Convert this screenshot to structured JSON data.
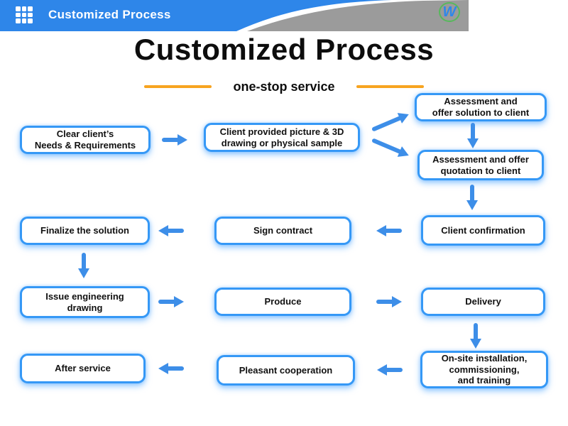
{
  "banner": {
    "title": "Customized Process",
    "logo_letter": "W"
  },
  "hero": {
    "title": "Customized Process",
    "subtitle": "one-stop service"
  },
  "flow": {
    "boxes": [
      {
        "id": "clear-needs",
        "label": "Clear client’s\nNeeds & Requirements"
      },
      {
        "id": "client-picture",
        "label": "Client provided picture & 3D\ndrawing or physical sample"
      },
      {
        "id": "assessment-solution",
        "label": "Assessment and\noffer solution to client"
      },
      {
        "id": "assessment-quotation",
        "label": "Assessment and offer\nquotation to client"
      },
      {
        "id": "client-confirmation",
        "label": "Client confirmation"
      },
      {
        "id": "sign-contract",
        "label": "Sign contract"
      },
      {
        "id": "finalize-solution",
        "label": "Finalize the solution"
      },
      {
        "id": "issue-drawing",
        "label": "Issue engineering\ndrawing"
      },
      {
        "id": "produce",
        "label": "Produce"
      },
      {
        "id": "delivery",
        "label": "Delivery"
      },
      {
        "id": "onsite-installation",
        "label": "On-site installation,\ncommissioning,\nand training"
      },
      {
        "id": "pleasant-cooperation",
        "label": "Pleasant cooperation"
      },
      {
        "id": "after-service",
        "label": "After service"
      }
    ]
  },
  "icons": {
    "app_grid": "3x3-grid",
    "arrow": "thick-blue-arrow"
  },
  "colors": {
    "banner_blue": "#2e86e9",
    "banner_gray": "#9b9b9b",
    "box_border": "#3598f6",
    "arrow_blue": "#3d8ee8",
    "accent_orange": "#f7a420",
    "text": "#0d0d0d"
  }
}
